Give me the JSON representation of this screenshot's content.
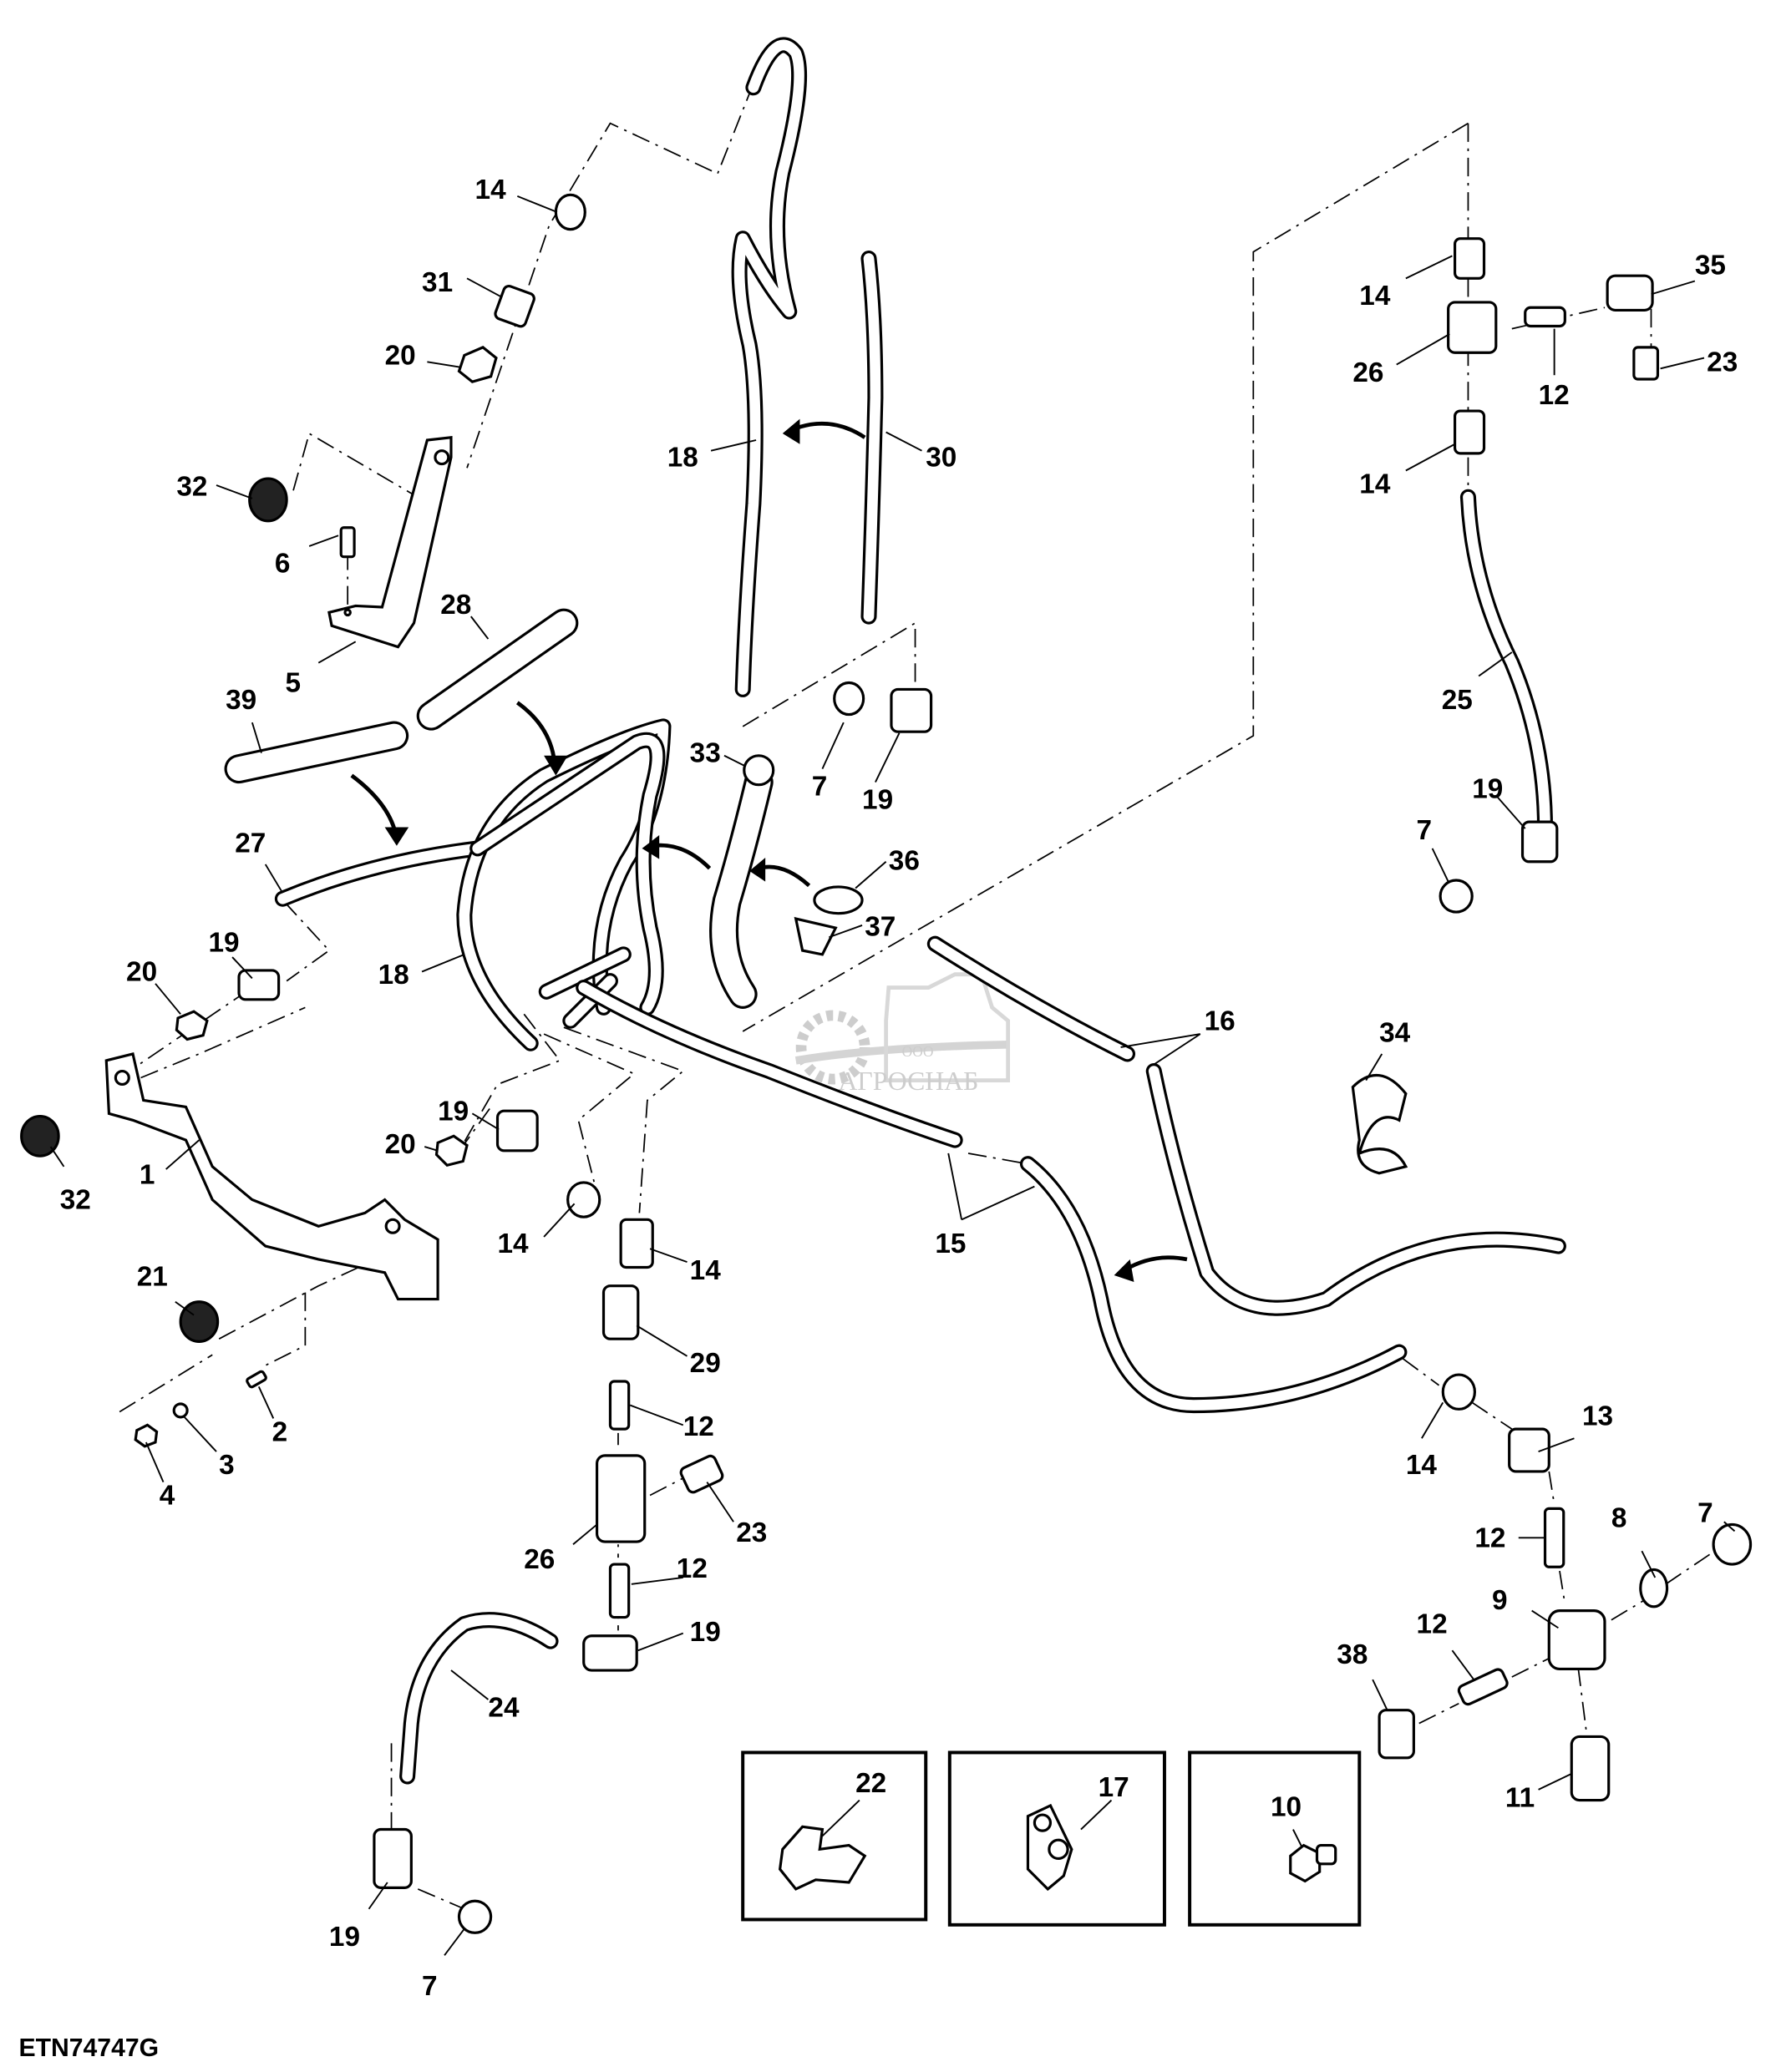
{
  "figure": {
    "title": "Exploded parts diagram — fuel/vent tubing, brackets and fittings",
    "figure_id": "ETN74747G",
    "watermark": {
      "company_prefix": "ООО",
      "company_name": "АГРОСНАБ"
    }
  },
  "callouts": [
    {
      "id": "c14a",
      "label": "14"
    },
    {
      "id": "c31",
      "label": "31"
    },
    {
      "id": "c20a",
      "label": "20"
    },
    {
      "id": "c32a",
      "label": "32"
    },
    {
      "id": "c6",
      "label": "6"
    },
    {
      "id": "c5",
      "label": "5"
    },
    {
      "id": "c28",
      "label": "28"
    },
    {
      "id": "c39",
      "label": "39"
    },
    {
      "id": "c27",
      "label": "27"
    },
    {
      "id": "c19a",
      "label": "19"
    },
    {
      "id": "c20b",
      "label": "20"
    },
    {
      "id": "c18a",
      "label": "18"
    },
    {
      "id": "c30",
      "label": "30"
    },
    {
      "id": "c18b",
      "label": "18"
    },
    {
      "id": "c33",
      "label": "33"
    },
    {
      "id": "c7a",
      "label": "7"
    },
    {
      "id": "c19b",
      "label": "19"
    },
    {
      "id": "c36",
      "label": "36"
    },
    {
      "id": "c37",
      "label": "37"
    },
    {
      "id": "c14b",
      "label": "14"
    },
    {
      "id": "c26a",
      "label": "26"
    },
    {
      "id": "c12a",
      "label": "12"
    },
    {
      "id": "c35",
      "label": "35"
    },
    {
      "id": "c23a",
      "label": "23"
    },
    {
      "id": "c14c",
      "label": "14"
    },
    {
      "id": "c25",
      "label": "25"
    },
    {
      "id": "c19c",
      "label": "19"
    },
    {
      "id": "c7b",
      "label": "7"
    },
    {
      "id": "c16",
      "label": "16"
    },
    {
      "id": "c34",
      "label": "34"
    },
    {
      "id": "c32b",
      "label": "32"
    },
    {
      "id": "c1",
      "label": "1"
    },
    {
      "id": "c19d",
      "label": "19"
    },
    {
      "id": "c20c",
      "label": "20"
    },
    {
      "id": "c21",
      "label": "21"
    },
    {
      "id": "c2",
      "label": "2"
    },
    {
      "id": "c3",
      "label": "3"
    },
    {
      "id": "c4",
      "label": "4"
    },
    {
      "id": "c14d",
      "label": "14"
    },
    {
      "id": "c14e",
      "label": "14"
    },
    {
      "id": "c29",
      "label": "29"
    },
    {
      "id": "c12b",
      "label": "12"
    },
    {
      "id": "c23b",
      "label": "23"
    },
    {
      "id": "c26b",
      "label": "26"
    },
    {
      "id": "c12c",
      "label": "12"
    },
    {
      "id": "c19e",
      "label": "19"
    },
    {
      "id": "c24",
      "label": "24"
    },
    {
      "id": "c19f",
      "label": "19"
    },
    {
      "id": "c7c",
      "label": "7"
    },
    {
      "id": "c15",
      "label": "15"
    },
    {
      "id": "c14f",
      "label": "14"
    },
    {
      "id": "c13",
      "label": "13"
    },
    {
      "id": "c7d",
      "label": "7"
    },
    {
      "id": "c8",
      "label": "8"
    },
    {
      "id": "c12d",
      "label": "12"
    },
    {
      "id": "c9",
      "label": "9"
    },
    {
      "id": "c12e",
      "label": "12"
    },
    {
      "id": "c38",
      "label": "38"
    },
    {
      "id": "c11",
      "label": "11"
    },
    {
      "id": "c22",
      "label": "22"
    },
    {
      "id": "c17",
      "label": "17"
    },
    {
      "id": "c10",
      "label": "10"
    }
  ],
  "insets": [
    {
      "name": "inset-part-22",
      "part": "22"
    },
    {
      "name": "inset-part-17",
      "part": "17"
    },
    {
      "name": "inset-part-10",
      "part": "10"
    }
  ]
}
